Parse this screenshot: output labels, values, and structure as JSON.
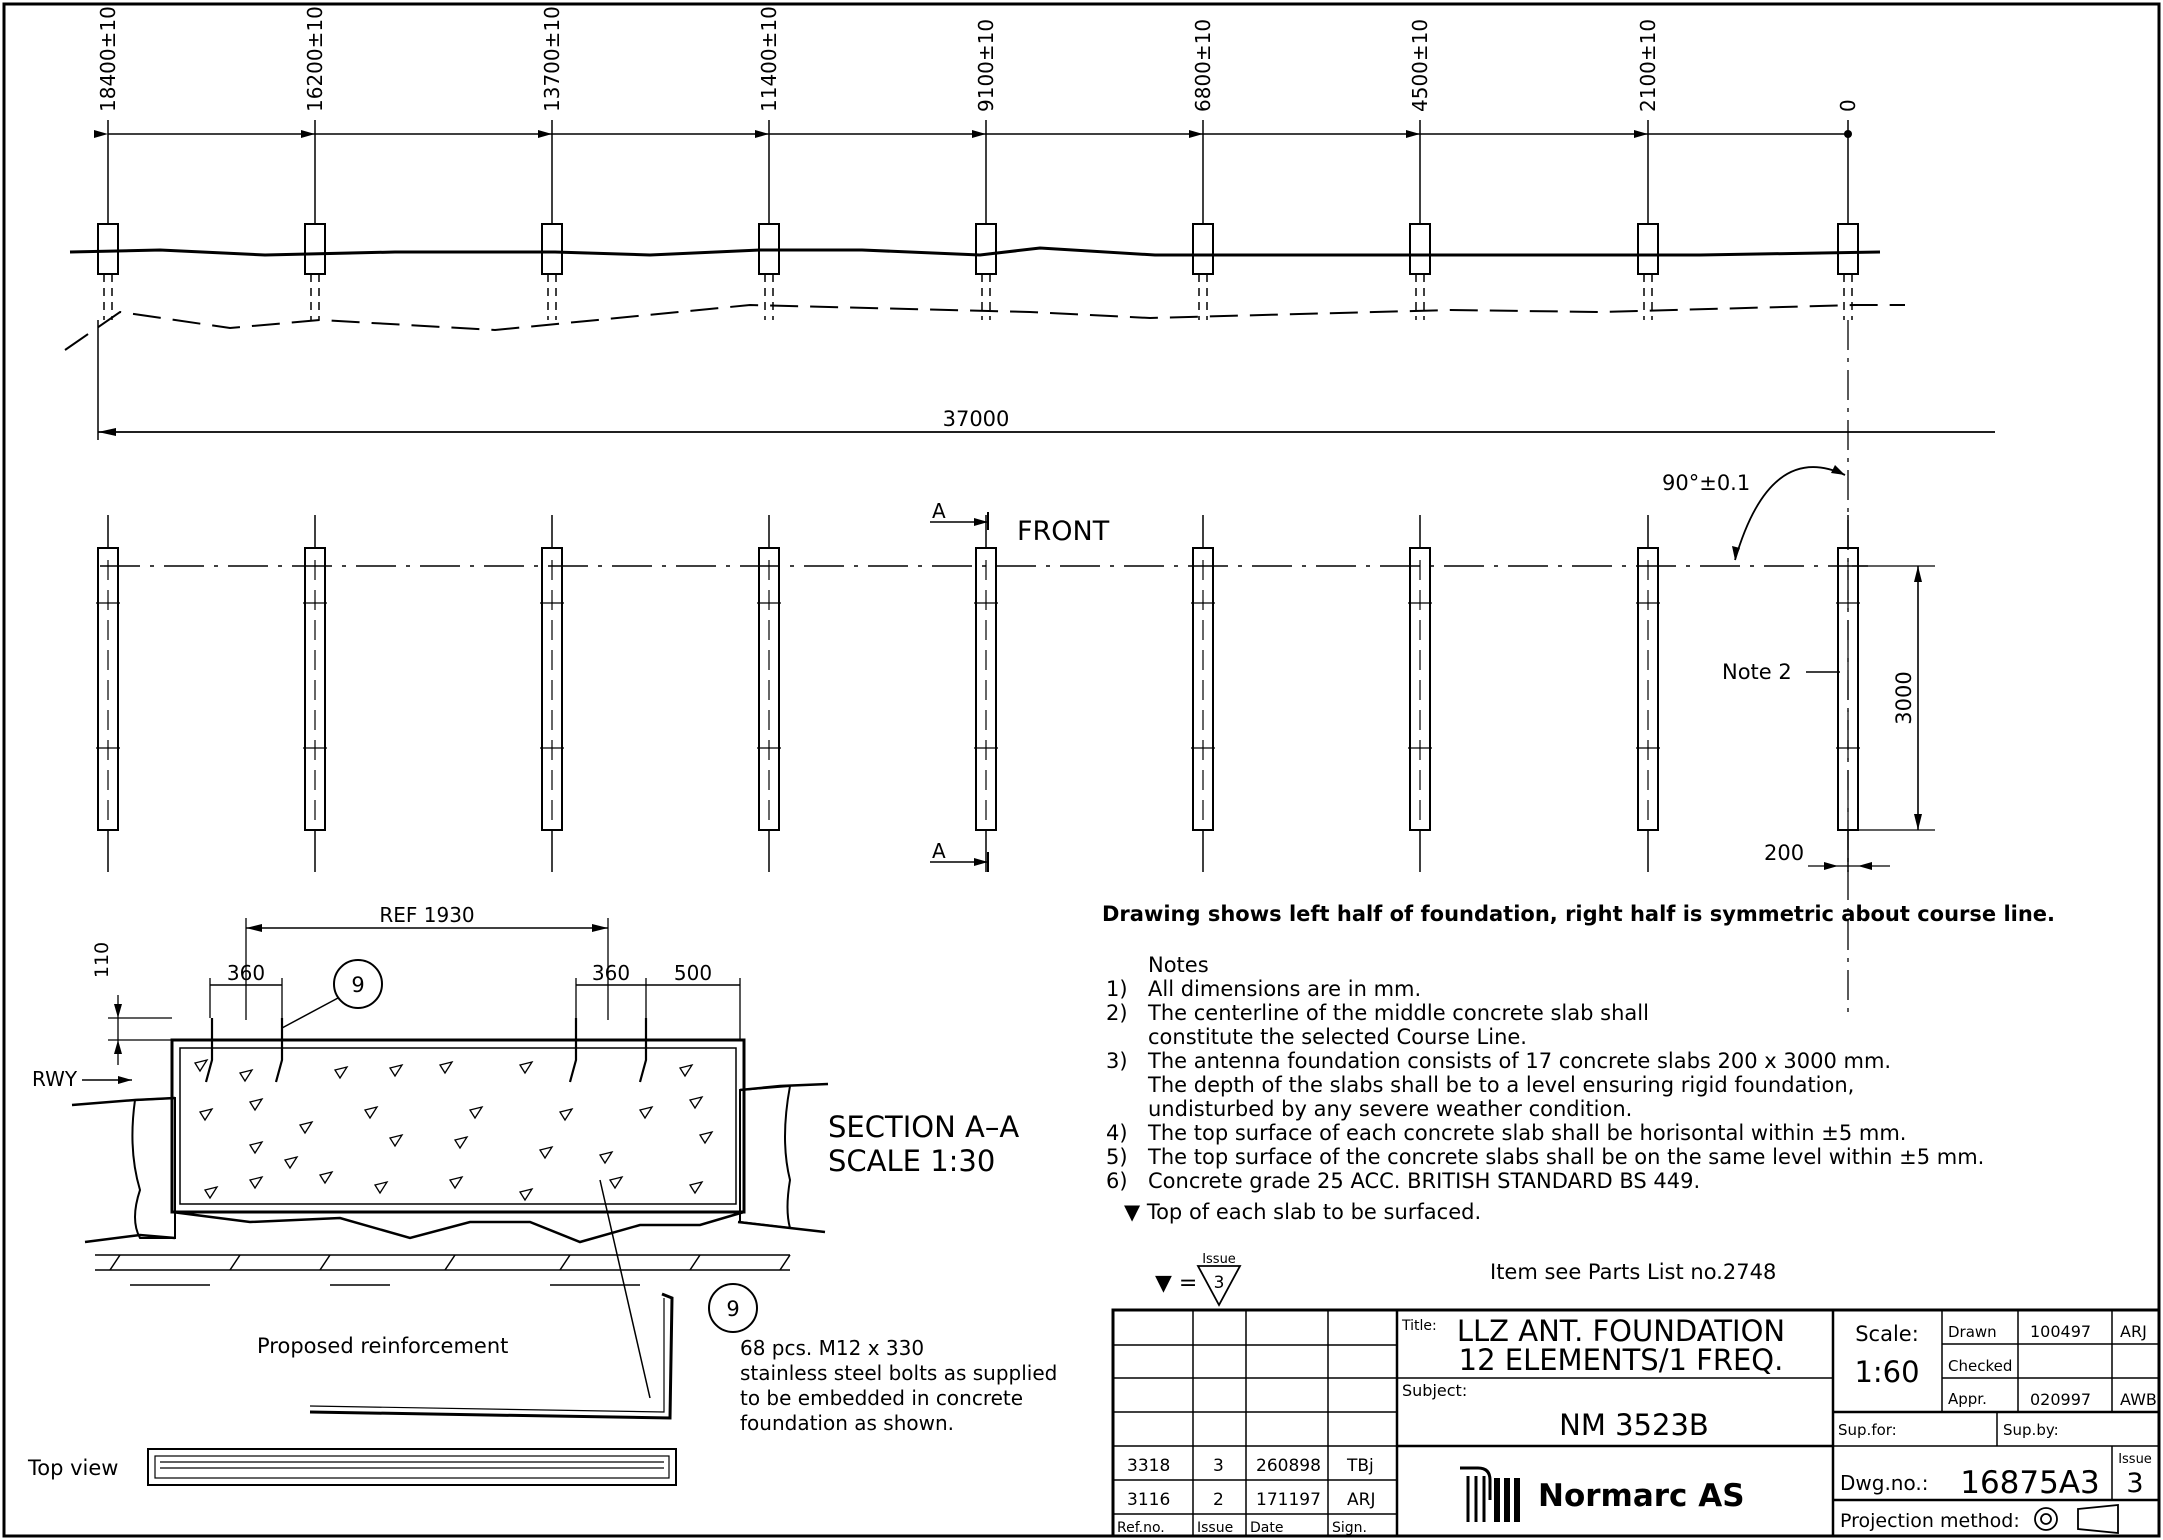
{
  "elevation": {
    "stations": [
      "18400±10",
      "16200±10",
      "13700±10",
      "11400±10",
      "9100±10",
      "6800±10",
      "4500±10",
      "2100±10",
      "0"
    ],
    "overall_length": "37000"
  },
  "plan": {
    "angle": "90°±0.1",
    "section_marker": "A",
    "front_label": "FRONT",
    "note_ref": "Note 2",
    "slab_length": "3000",
    "slab_width": "200"
  },
  "section": {
    "ref_dim": "REF 1930",
    "dim_110": "110",
    "dim_360_left": "360",
    "dim_360_right": "360",
    "dim_500": "500",
    "rwy_label": "RWY",
    "item_bubble": "9",
    "title_line1": "SECTION A–A",
    "title_line2": "SCALE 1:30"
  },
  "reinforcement": {
    "label": "Proposed reinforcement",
    "top_view_label": "Top view",
    "item_bubble": "9",
    "bolt_text": [
      "68 pcs. M12 x 330",
      "stainless steel bolts as supplied",
      "to be embedded in concrete",
      "foundation as shown."
    ]
  },
  "notes": {
    "headline": "Drawing shows left half of foundation, right half is symmetric about course line.",
    "title": "Notes",
    "items": [
      {
        "num": "1)",
        "lines": [
          "All dimensions are in mm."
        ]
      },
      {
        "num": "2)",
        "lines": [
          "The centerline of the middle concrete slab shall",
          "constitute the selected Course Line."
        ]
      },
      {
        "num": "3)",
        "lines": [
          "The antenna foundation consists of 17 concrete slabs 200 x 3000 mm.",
          "The depth of the slabs shall be to a level ensuring rigid foundation,",
          "undisturbed by any severe weather condition."
        ]
      },
      {
        "num": "4)",
        "lines": [
          "The top surface of each concrete slab shall be horisontal within ±5 mm."
        ]
      },
      {
        "num": "5)",
        "lines": [
          "The top surface of the concrete slabs shall be on the same level within ±5 mm."
        ]
      },
      {
        "num": "6)",
        "lines": [
          "Concrete grade 25 ACC. BRITISH STANDARD BS 449."
        ]
      }
    ],
    "surface_note": "▼ Top of each slab to be surfaced.",
    "issue_symbol_label": "Issue",
    "issue_symbol_num": "3",
    "parts_list": "Item see Parts List no.2748"
  },
  "title_block": {
    "revisions": [
      {
        "ref": "3318",
        "issue": "3",
        "date": "260898",
        "sign": "TBj"
      },
      {
        "ref": "3116",
        "issue": "2",
        "date": "171197",
        "sign": "ARJ"
      }
    ],
    "rev_headers": [
      "Ref.no.",
      "Issue",
      "Date",
      "Sign."
    ],
    "title_label": "Title:",
    "title_line1": "LLZ ANT. FOUNDATION",
    "title_line2": "12 ELEMENTS/1 FREQ.",
    "subject_label": "Subject:",
    "subject": "NM 3523B",
    "company": "Normarc AS",
    "scale_label": "Scale:",
    "scale": "1:60",
    "drawn_label": "Drawn",
    "drawn_date": "100497",
    "drawn_sign": "ARJ",
    "checked_label": "Checked",
    "appr_label": "Appr.",
    "appr_date": "020997",
    "appr_sign": "AWB",
    "sup_for_label": "Sup.for:",
    "sup_by_label": "Sup.by:",
    "dwg_label": "Dwg.no.:",
    "dwg_no": "16875A3",
    "issue_label": "Issue",
    "issue": "3",
    "projection_label": "Projection method:"
  }
}
